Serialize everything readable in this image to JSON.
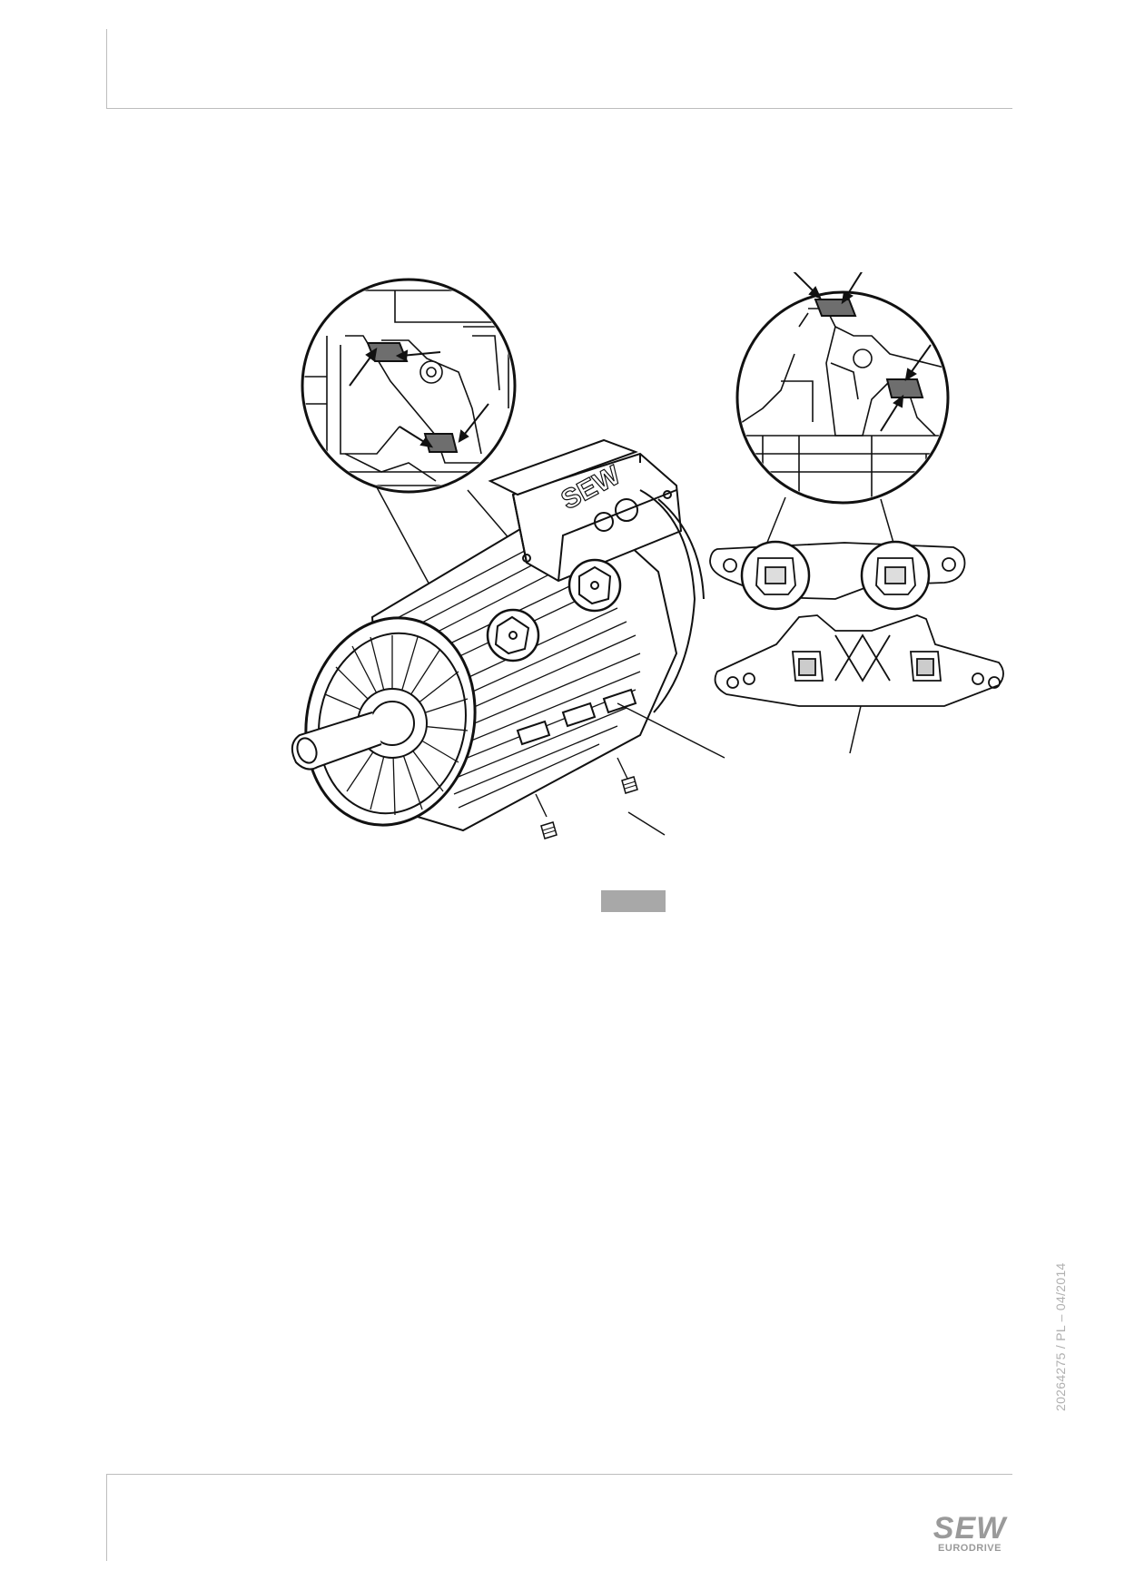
{
  "footer": {
    "doc_id": "20264275 / PL – 04/2014",
    "logo_main": "SEW",
    "logo_sub": "EURODRIVE"
  },
  "figure": {
    "housing_lettering": "SEW",
    "icons": [
      "motor-illustration",
      "detail-zoom-icon",
      "terminal-bridge-icon"
    ]
  },
  "colors": {
    "frame_line": "#bdbdbd",
    "caption_box": "#a8a8a8",
    "logo": "#9a9a9a",
    "highlight": "#6e6e6e"
  }
}
